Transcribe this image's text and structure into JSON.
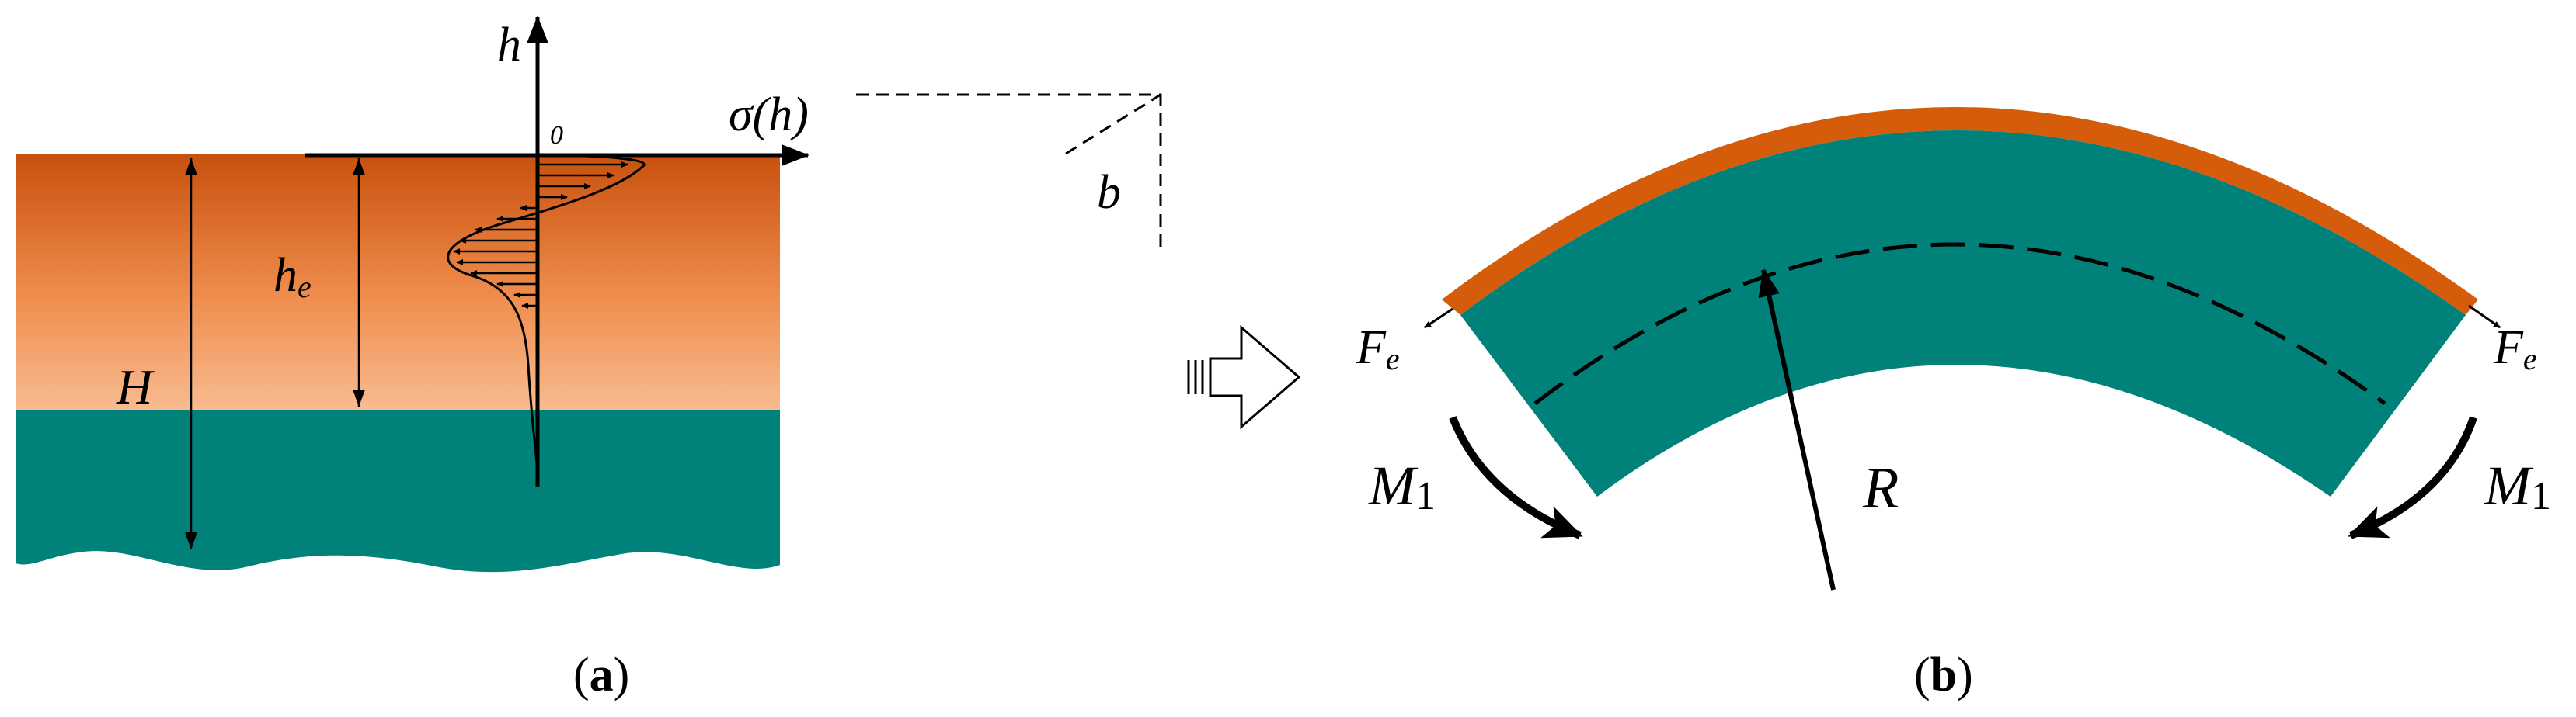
{
  "colors": {
    "coating_top": "#c8500e",
    "coating_bottom": "#f6b487",
    "substrate": "#008179",
    "coating_band": "#d45c0a",
    "line": "#000000"
  },
  "panel_a": {
    "axis_h_label": "h",
    "origin_label": "0",
    "axis_sigma_label": "σ(h)",
    "width_label": "b",
    "depth_label_main": "h",
    "depth_label_sub": "e",
    "thickness_label": "H",
    "caption_open": "(",
    "caption_letter": "a",
    "caption_close": ")"
  },
  "transition_icon": "hollow-right-arrow",
  "panel_b": {
    "force_label_main": "F",
    "force_label_sub": "e",
    "moment_label_main": "M",
    "moment_label_sub": "1",
    "radius_label": "R",
    "caption_open": "(",
    "caption_letter": "b",
    "caption_close": ")"
  }
}
